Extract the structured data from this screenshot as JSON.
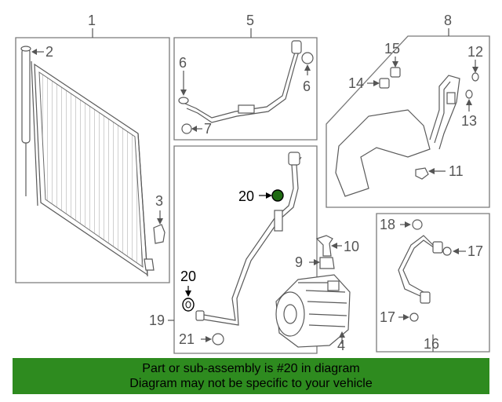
{
  "callouts": {
    "c1": "1",
    "c2": "2",
    "c3": "3",
    "c4": "4",
    "c5": "5",
    "c6a": "6",
    "c6b": "6",
    "c7": "7",
    "c8": "8",
    "c9": "9",
    "c10": "10",
    "c11": "11",
    "c12": "12",
    "c13": "13",
    "c14": "14",
    "c15": "15",
    "c16": "16",
    "c17a": "17",
    "c17b": "17",
    "c18": "18",
    "c19": "19",
    "c20a": "20",
    "c20b": "20",
    "c21": "21"
  },
  "banner": {
    "line1": "Part or sub-assembly is #20 in diagram",
    "line2": "Diagram may not be specific to your vehicle",
    "color": "#2e8b1f"
  },
  "highlight_color": "#1f6b12"
}
